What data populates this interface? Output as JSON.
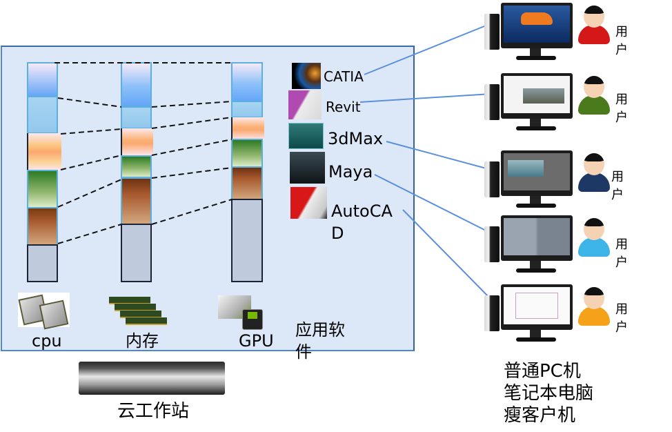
{
  "workstation": {
    "caption": "云工作站",
    "resources": [
      {
        "label": "cpu",
        "icon": "cpu-chip-icon"
      },
      {
        "label": "内存",
        "icon": "memory-module-icon"
      },
      {
        "label": "GPU",
        "icon": "gpu-card-icon"
      }
    ],
    "software_caption": "应用软件"
  },
  "applications": [
    {
      "name": "CATIA",
      "icon": "catia-icon"
    },
    {
      "name": "Revit",
      "icon": "revit-icon"
    },
    {
      "name": "3dMax",
      "icon": "3dsmax-icon"
    },
    {
      "name": "Maya",
      "icon": "maya-icon"
    },
    {
      "name": "AutoCAD",
      "icon": "autocad-icon"
    }
  ],
  "clients": [
    {
      "user_label": "用户",
      "app": "CATIA",
      "shirt_color": "#d41818"
    },
    {
      "user_label": "用户",
      "app": "Revit",
      "shirt_color": "#4a7a1c"
    },
    {
      "user_label": "用户",
      "app": "3dMax",
      "shirt_color": "#1e3866"
    },
    {
      "user_label": "用户",
      "app": "Maya",
      "shirt_color": "#3cb4e8"
    },
    {
      "user_label": "用户",
      "app": "AutoCAD",
      "shirt_color": "#f5a21a"
    }
  ],
  "client_caption_lines": [
    "普通PC机",
    "笔记本电脑",
    "瘦客户机"
  ],
  "colors": {
    "panel_bg": "#dce8f8",
    "panel_border": "#3b6aaa",
    "link_line": "#5a8fdc",
    "segment_border": "#5bb0e0"
  }
}
